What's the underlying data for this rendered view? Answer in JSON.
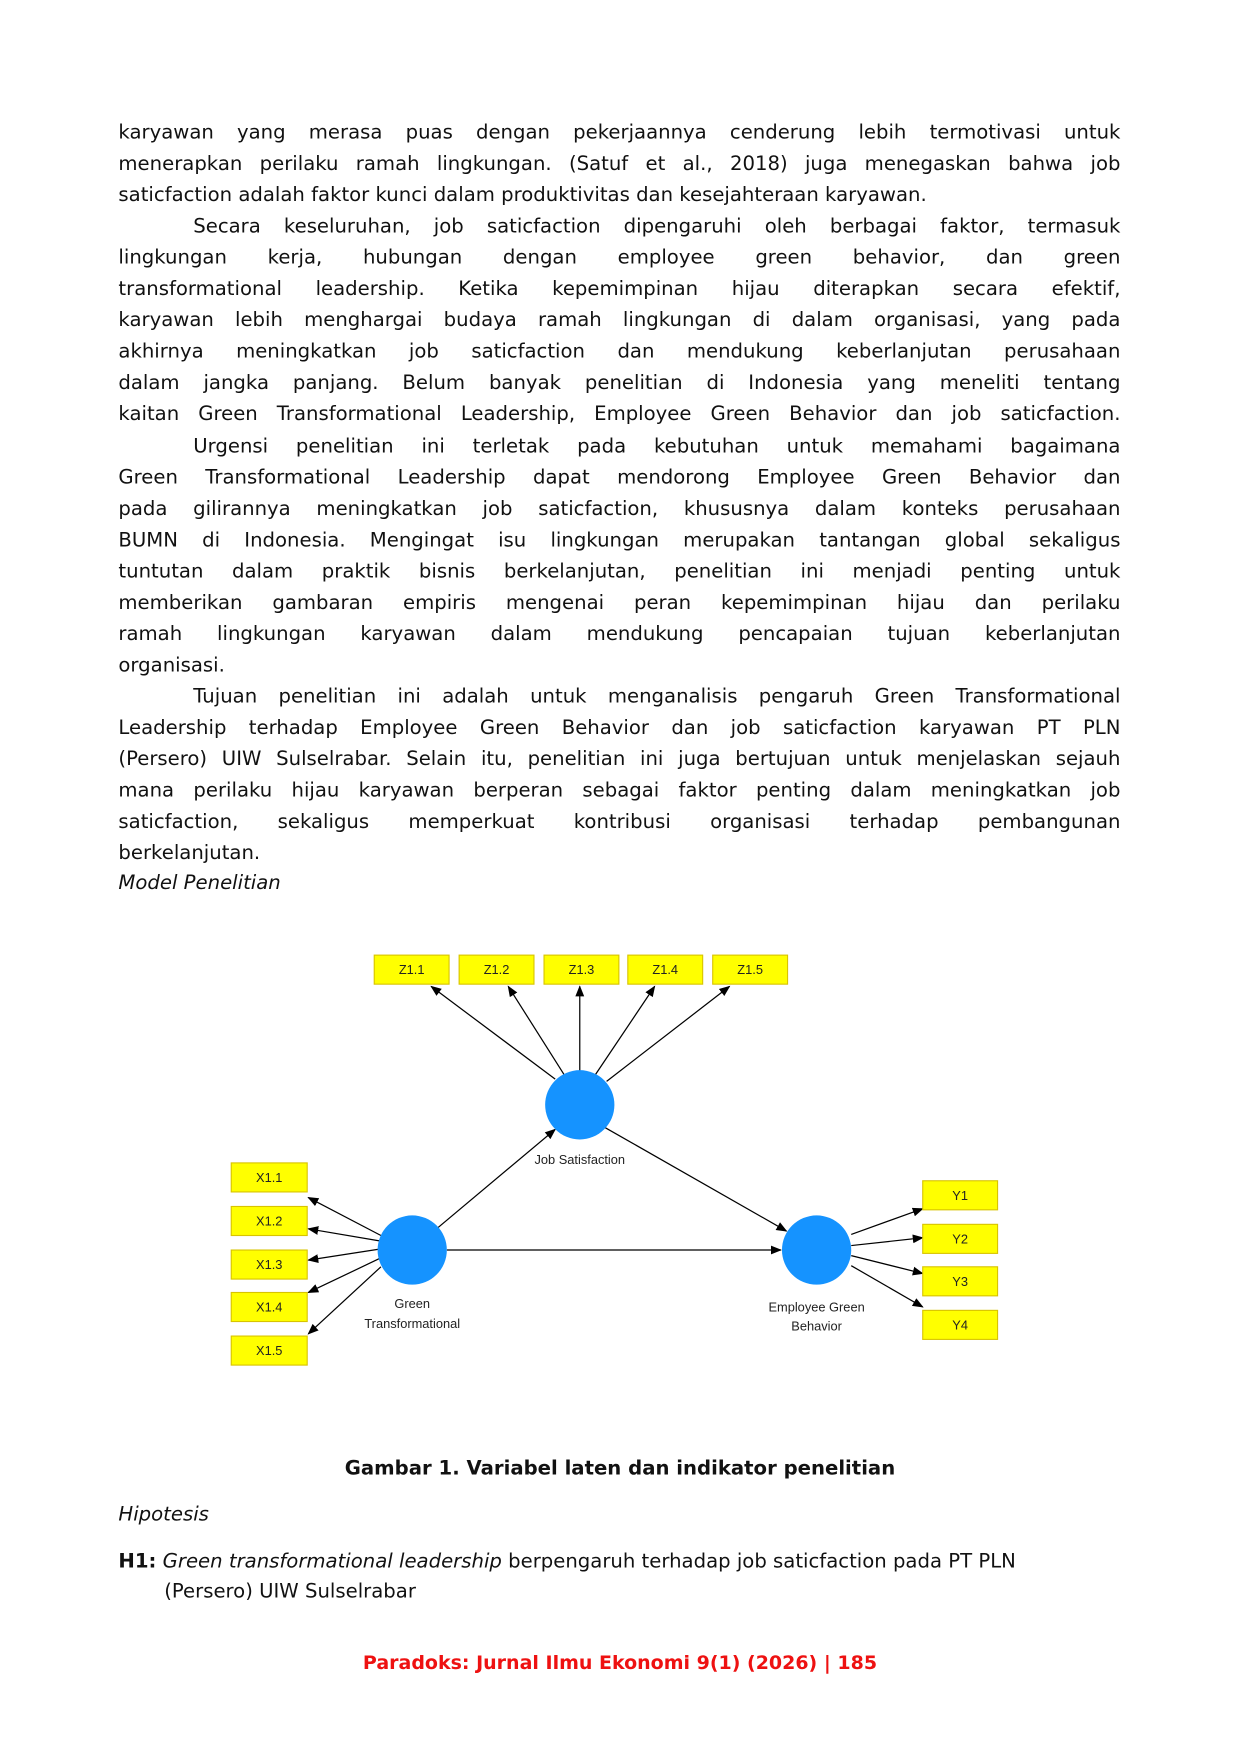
{
  "body_lines": [
    {
      "text": "karyawan yang merasa puas dengan pekerjaannya cenderung lebih termotivasi untuk",
      "indent": false,
      "last": false
    },
    {
      "text": "menerapkan perilaku ramah lingkungan. (Satuf et al., 2018) juga menegaskan bahwa job",
      "indent": false,
      "last": false
    },
    {
      "text": "saticfaction adalah faktor kunci dalam produktivitas dan kesejahteraan karyawan.",
      "indent": false,
      "last": true
    },
    {
      "text": "Secara keseluruhan, job saticfaction dipengaruhi oleh berbagai faktor, termasuk",
      "indent": true,
      "last": false
    },
    {
      "text": "lingkungan kerja, hubungan dengan employee green behavior, dan green",
      "indent": false,
      "last": false
    },
    {
      "text": "transformational leadership. Ketika kepemimpinan hijau diterapkan secara efektif,",
      "indent": false,
      "last": false
    },
    {
      "text": "karyawan lebih menghargai budaya ramah lingkungan di dalam organisasi, yang pada",
      "indent": false,
      "last": false
    },
    {
      "text": "akhirnya meningkatkan job saticfaction dan mendukung keberlanjutan perusahaan",
      "indent": false,
      "last": false
    },
    {
      "text": "dalam jangka panjang. Belum banyak penelitian di Indonesia yang meneliti tentang",
      "indent": false,
      "last": false
    },
    {
      "text": "kaitan Green Transformational Leadership, Employee Green Behavior dan job saticfaction.",
      "indent": false,
      "last": false
    },
    {
      "text": "Urgensi penelitian ini terletak pada kebutuhan untuk memahami bagaimana",
      "indent": true,
      "last": false
    },
    {
      "text": "Green Transformational Leadership dapat mendorong Employee Green Behavior dan",
      "indent": false,
      "last": false
    },
    {
      "text": "pada gilirannya meningkatkan job saticfaction, khususnya dalam konteks perusahaan",
      "indent": false,
      "last": false
    },
    {
      "text": "BUMN di Indonesia. Mengingat isu lingkungan merupakan tantangan global sekaligus",
      "indent": false,
      "last": false
    },
    {
      "text": "tuntutan dalam praktik bisnis berkelanjutan, penelitian ini menjadi penting untuk",
      "indent": false,
      "last": false
    },
    {
      "text": "memberikan gambaran empiris mengenai peran kepemimpinan hijau dan perilaku",
      "indent": false,
      "last": false
    },
    {
      "text": "ramah lingkungan karyawan dalam mendukung pencapaian tujuan keberlanjutan",
      "indent": false,
      "last": false
    },
    {
      "text": "organisasi.",
      "indent": false,
      "last": true
    },
    {
      "text": "Tujuan penelitian ini adalah untuk menganalisis pengaruh Green Transformational",
      "indent": true,
      "last": false
    },
    {
      "text": "Leadership terhadap Employee Green Behavior dan job saticfaction karyawan PT PLN",
      "indent": false,
      "last": false
    },
    {
      "text": "(Persero) UIW Sulselrabar. Selain itu, penelitian ini juga bertujuan untuk menjelaskan sejauh",
      "indent": false,
      "last": false
    },
    {
      "text": "mana perilaku hijau karyawan berperan sebagai faktor penting dalam meningkatkan job",
      "indent": false,
      "last": false
    },
    {
      "text": "saticfaction, sekaligus memperkuat kontribusi organisasi terhadap pembangunan",
      "indent": false,
      "last": false
    },
    {
      "text": "berkelanjutan.",
      "indent": false,
      "last": true
    }
  ],
  "model_heading": "Model Penelitian",
  "diagram": {
    "z_indicators": [
      "Z1.1",
      "Z1.2",
      "Z1.3",
      "Z1.4",
      "Z1.5"
    ],
    "x_indicators": [
      "X1.1",
      "X1.2",
      "X1.3",
      "X1.4",
      "X1.5"
    ],
    "y_indicators": [
      "Y1",
      "Y2",
      "Y3",
      "Y4"
    ],
    "job_satisfaction": "Job Satisfaction",
    "green_transformational": [
      "Green",
      "Transformational"
    ],
    "employee_green_behavior": [
      "Employee Green",
      "Behavior"
    ],
    "colors": {
      "indicator": "#ffff00",
      "latent": "#1593ff"
    }
  },
  "caption": "Gambar 1. Variabel laten dan indikator penelitian",
  "hypothesis_heading": "Hipotesis",
  "h1": {
    "label": "H1:",
    "italic": "Green transformational leadership",
    "rest": " berpengaruh terhadap job saticfaction pada PT  PLN",
    "line2": "(Persero) UIW Sulselrabar"
  },
  "footer": "Paradoks: Jurnal Ilmu Ekonomi 9(1) (2026)  |  185"
}
